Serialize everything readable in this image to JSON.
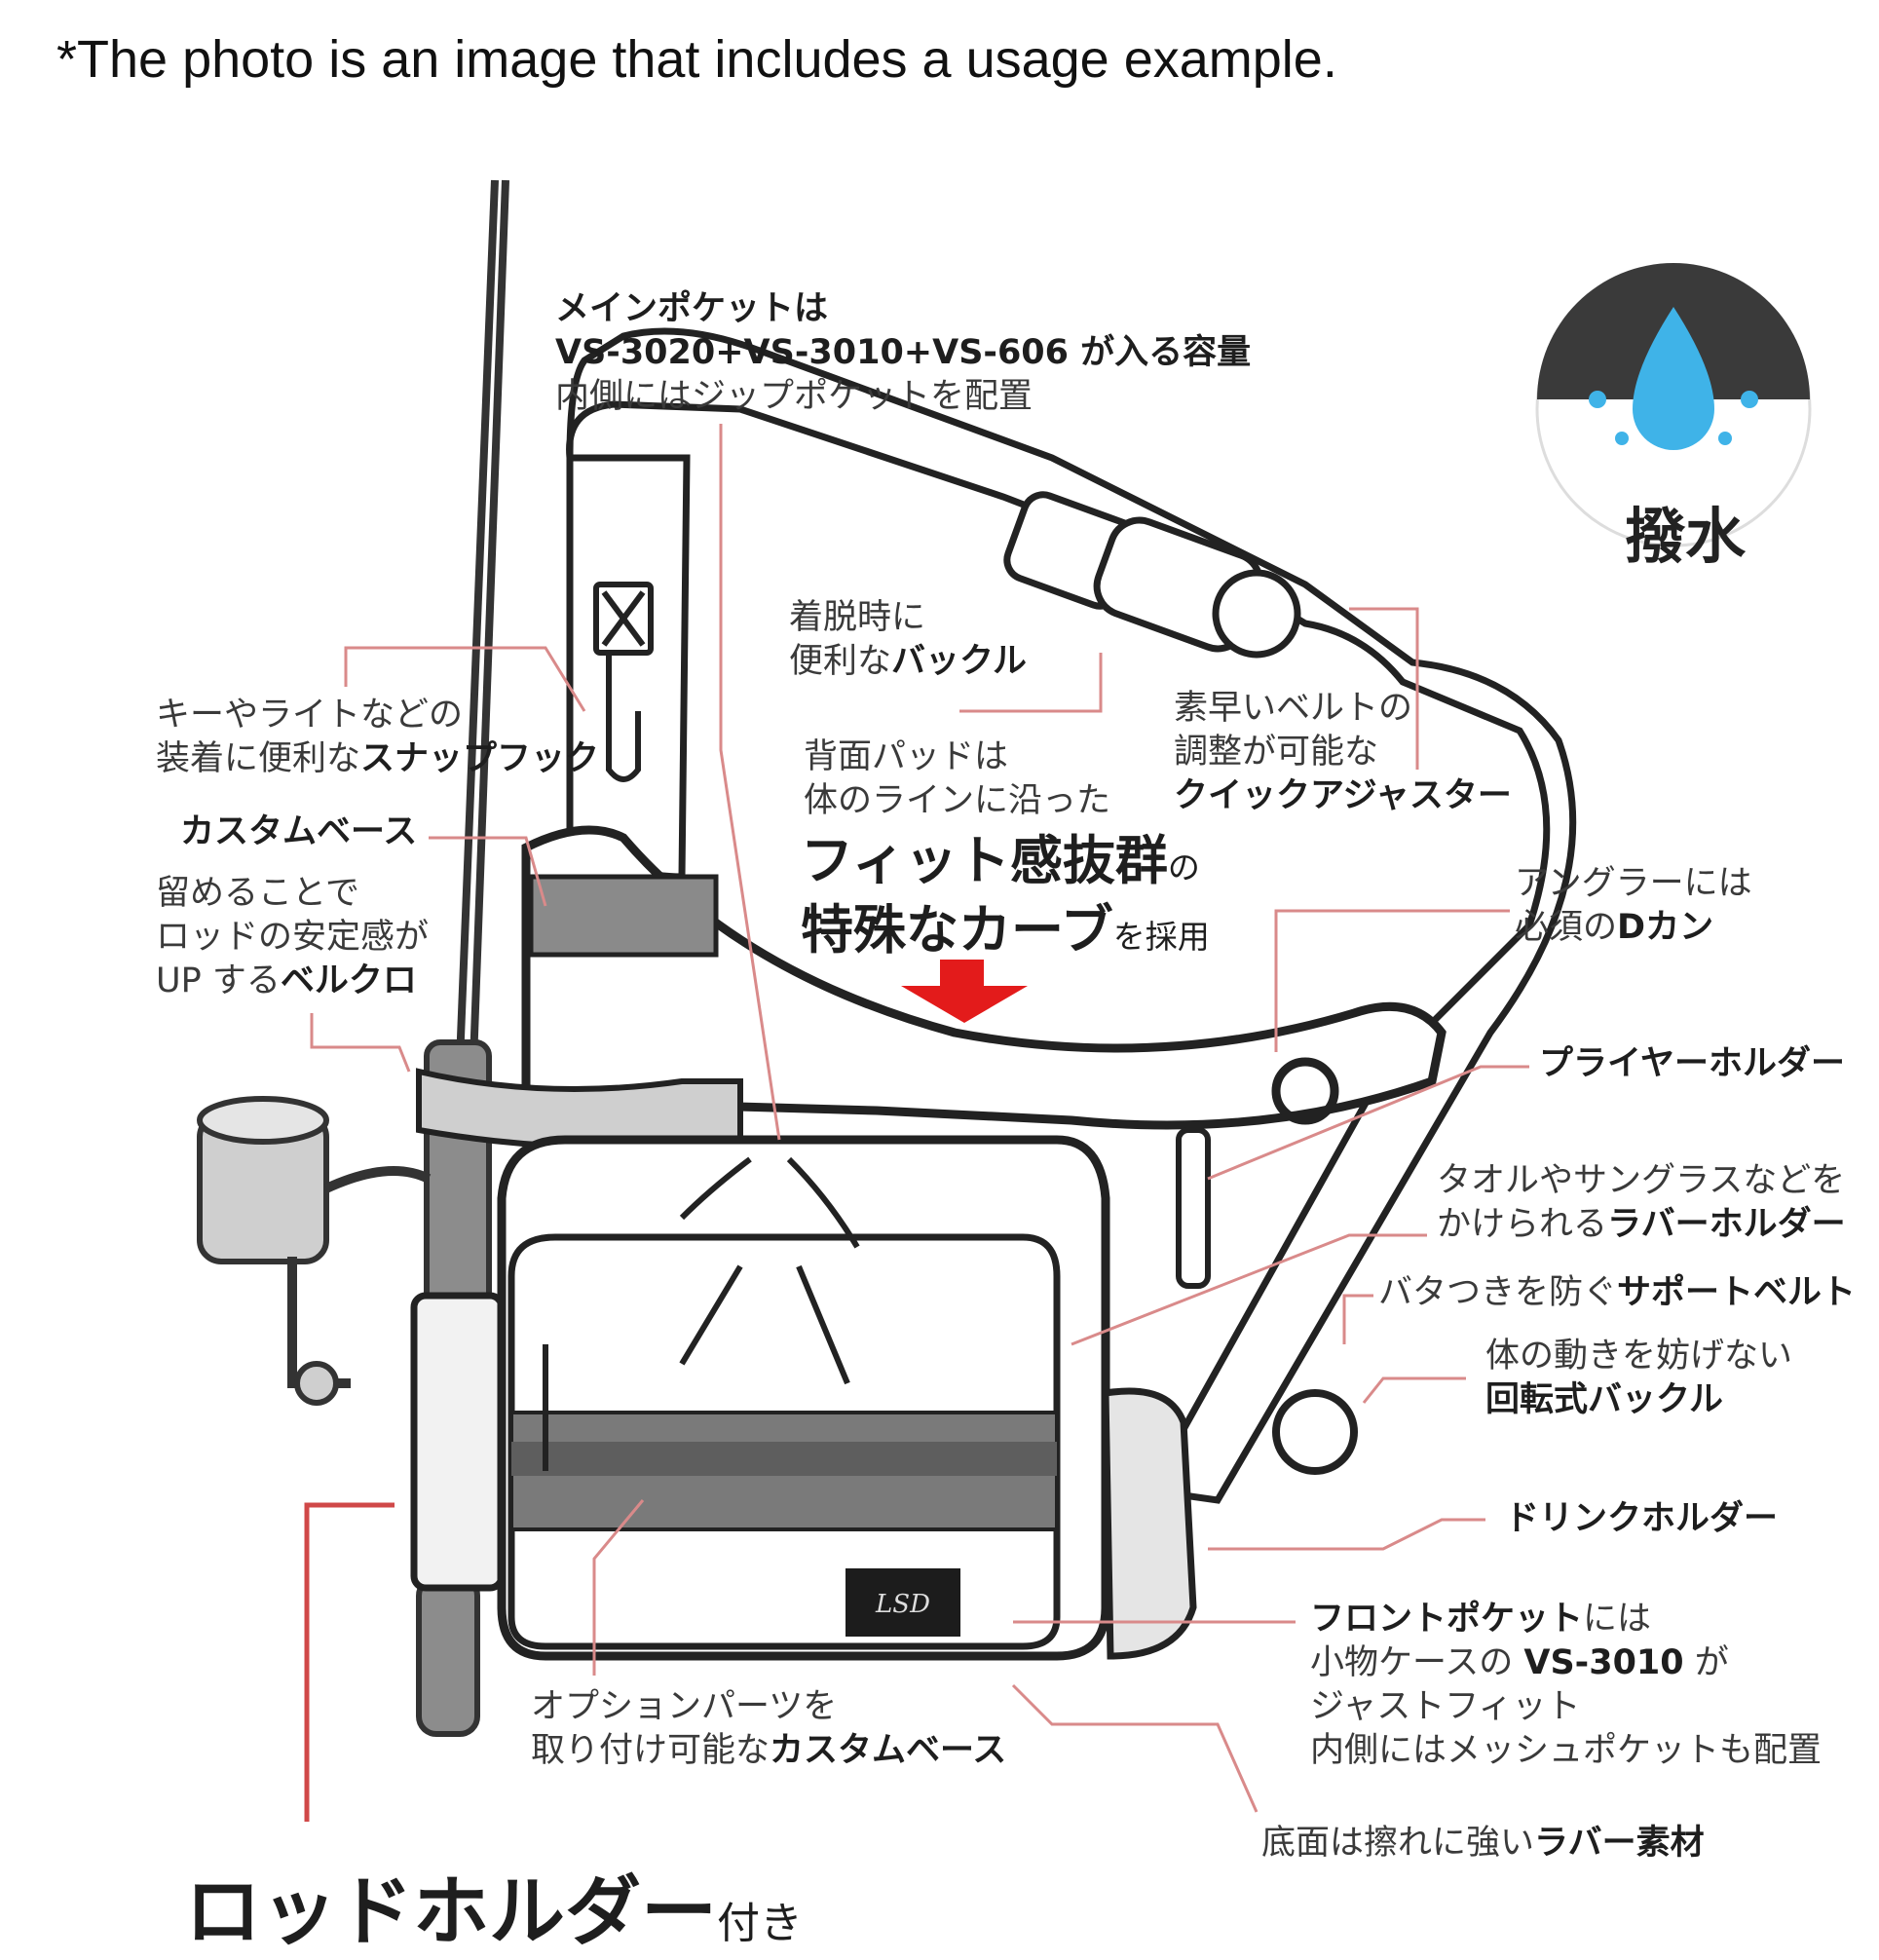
{
  "note": "*The photo is an image that includes a usage example.",
  "badge": {
    "label": "撥水",
    "accent": "#3fb3e8"
  },
  "colors": {
    "leader_line": "#d98a8a",
    "arrow": "#e31b1b",
    "ink": "#222222"
  },
  "labels": {
    "main_pocket": {
      "l1": "メインポケットは",
      "l2": "VS-3020+VS-3010+VS-606 が入る容量",
      "l3": "内側にはジップポケットを配置"
    },
    "buckle": {
      "l1": "着脱時に",
      "l2a": "便利な",
      "l2b": "バックル"
    },
    "snap_hook": {
      "l1": "キーやライトなどの",
      "l2a": "装着に便利な",
      "l2b": "スナップフック"
    },
    "custom_base_top": {
      "title": "カスタムベース",
      "l1": "留めることで",
      "l2": "ロッドの安定感が",
      "l3a": "UP する",
      "l3b": "ベルクロ"
    },
    "back_pad": {
      "l1": "背面パッドは",
      "l2": "体のラインに沿った",
      "l3": "フィット感抜群",
      "l3s": "の",
      "l4": "特殊なカーブ",
      "l4s": "を採用"
    },
    "quick_adjuster": {
      "l1": "素早いベルトの",
      "l2": "調整が可能な",
      "l3": "クイックアジャスター"
    },
    "d_ring": {
      "l1": "アングラーには",
      "l2a": "必須の",
      "l2b": "Dカン"
    },
    "plier_holder": {
      "l1": "プライヤーホルダー"
    },
    "rubber_holder": {
      "l1": "タオルやサングラスなどを",
      "l2a": "かけられる",
      "l2b": "ラバーホルダー"
    },
    "support_belt": {
      "l1a": "バタつきを防ぐ",
      "l1b": "サポートベルト"
    },
    "rotary_buckle": {
      "l1": "体の動きを妨げない",
      "l2": "回転式バックル"
    },
    "drink_holder": {
      "l1": "ドリンクホルダー"
    },
    "front_pocket": {
      "l1a": "フロントポケット",
      "l1b": "には",
      "l2a": "小物ケースの ",
      "l2b": "VS-3010",
      "l2c": " が",
      "l3": "ジャストフィット",
      "l4": "内側にはメッシュポケットも配置"
    },
    "custom_base_bottom": {
      "l1": "オプションパーツを",
      "l2a": "取り付け可能な",
      "l2b": "カスタムベース"
    },
    "rubber_bottom": {
      "l1a": "底面は擦れに強い",
      "l1b": "ラバー素材"
    },
    "rod_holder": {
      "main": "ロッドホルダー",
      "suffix": "付き"
    }
  }
}
